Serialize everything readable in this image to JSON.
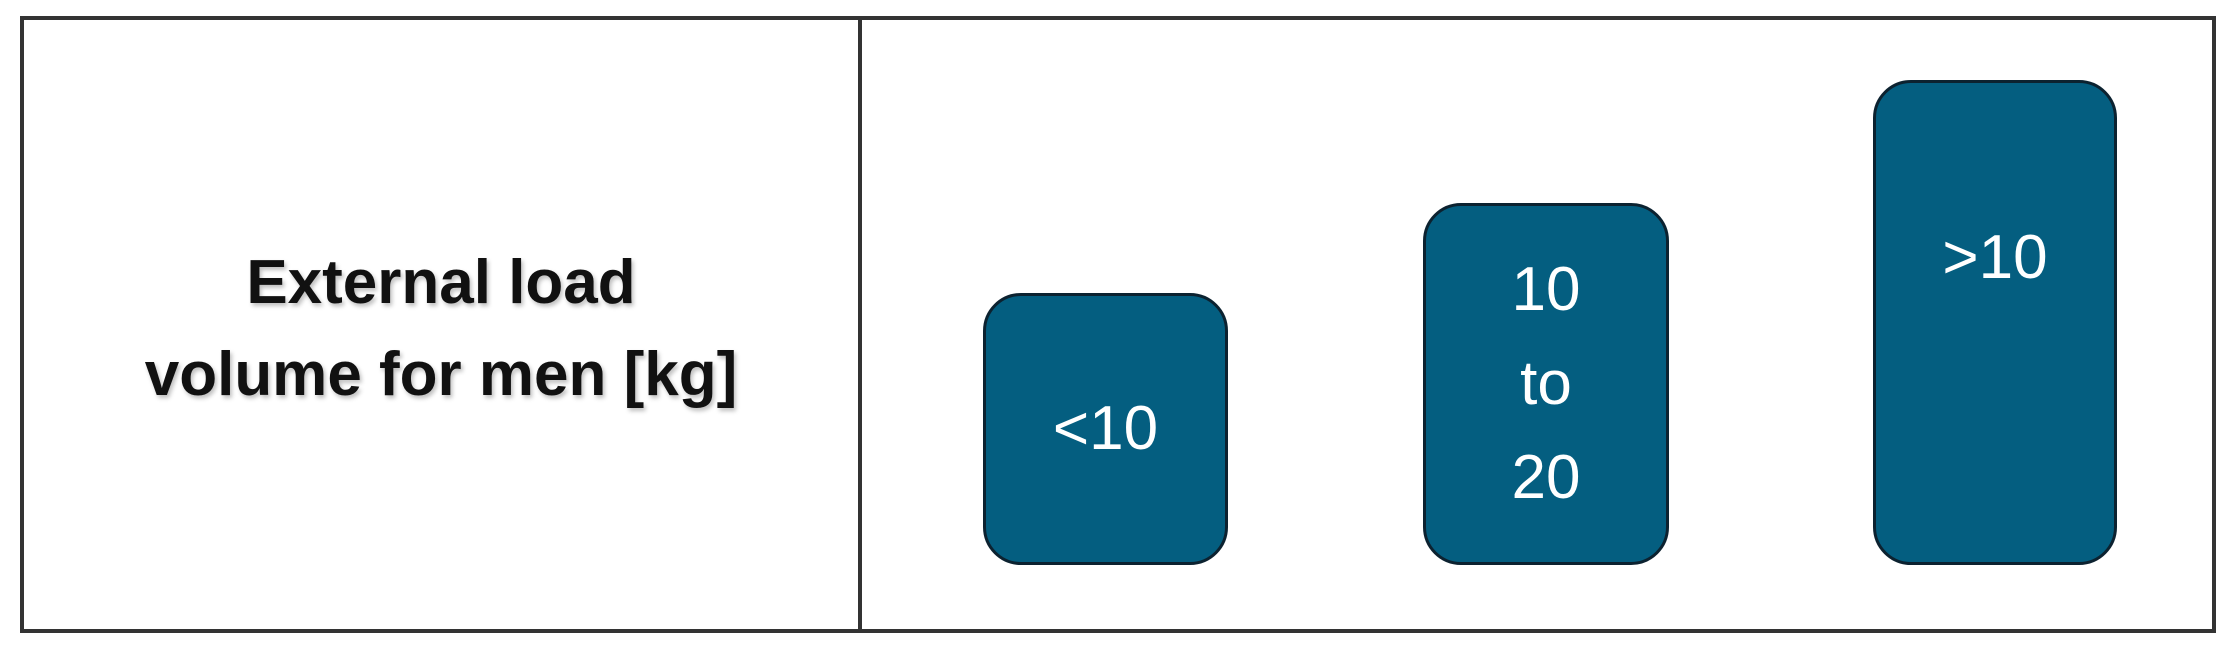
{
  "label": {
    "lines": [
      "External load",
      "volume for men [kg]"
    ]
  },
  "categories": [
    {
      "id": "low",
      "lines": [
        "<10"
      ]
    },
    {
      "id": "mid",
      "lines": [
        "10",
        "to",
        "20"
      ]
    },
    {
      "id": "high",
      "lines": [
        ">10"
      ]
    }
  ],
  "colors": {
    "box_fill": "#045e80",
    "box_border": "#0c2230",
    "frame": "#333333",
    "text_on_box": "#ffffff"
  }
}
